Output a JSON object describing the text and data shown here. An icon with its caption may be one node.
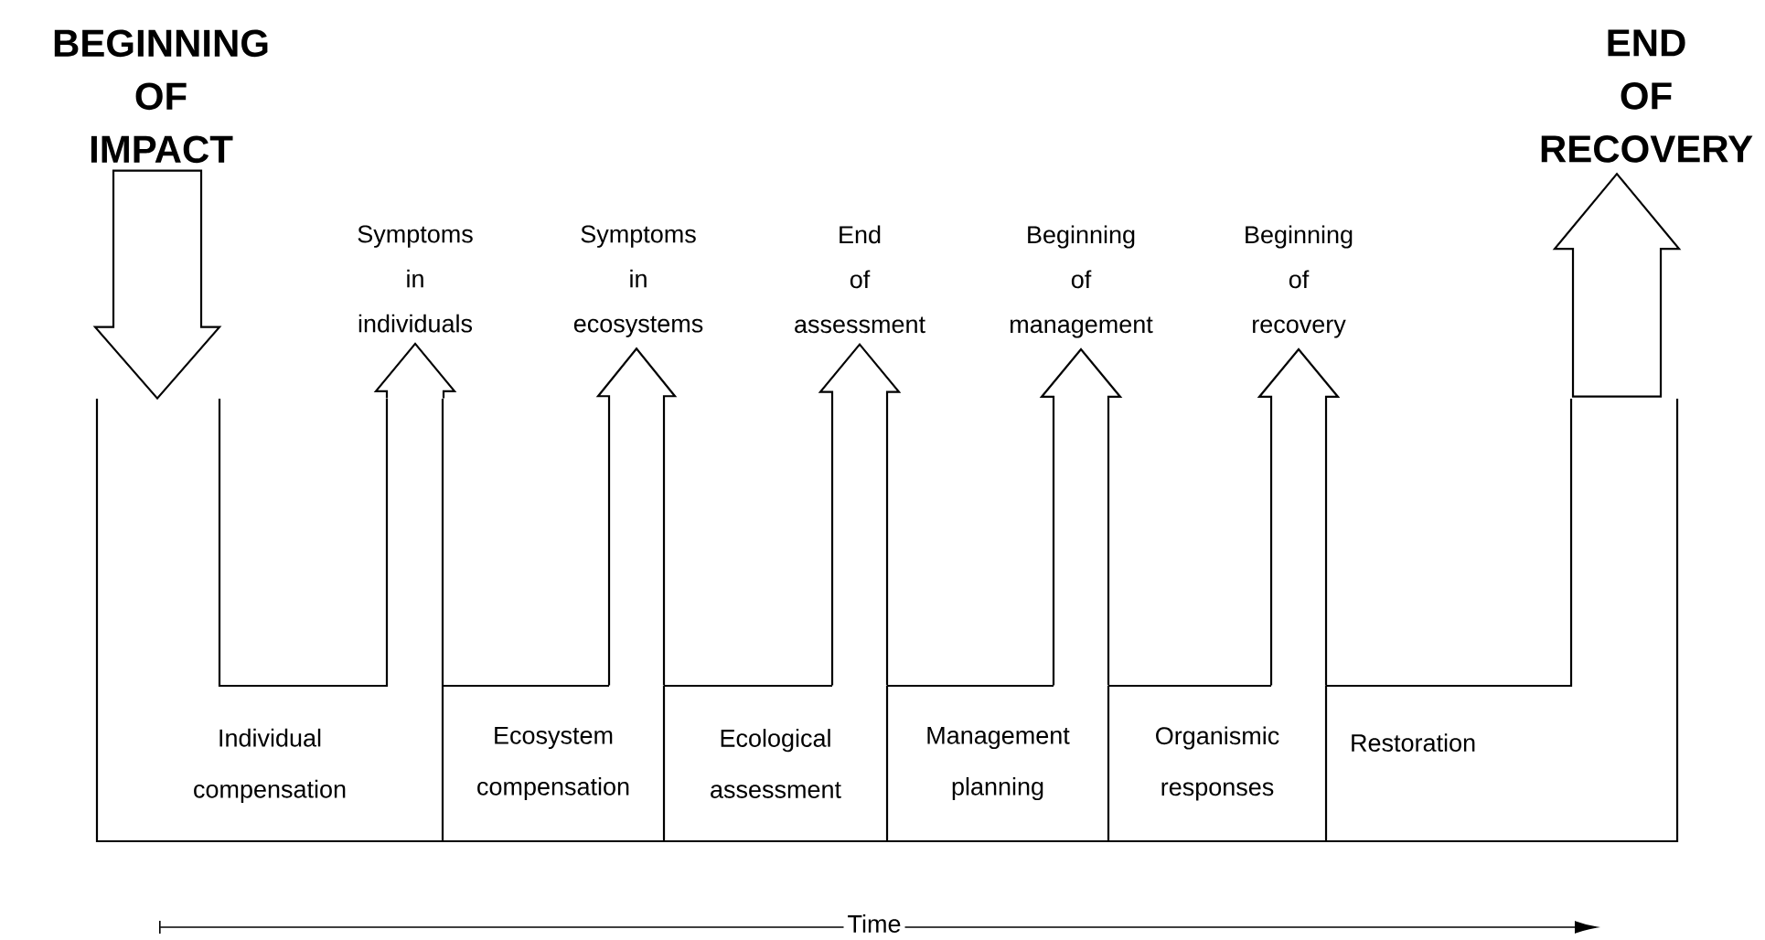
{
  "diagram": {
    "nodes": [
      {
        "text": [
          "BEGINNING OF IMPACT"
        ]
      },
      {
        "text": [
          "Symptoms in individuals"
        ]
      },
      {
        "text": [
          "Symptoms in ecosystems"
        ]
      },
      {
        "text": [
          "End of assessment"
        ]
      },
      {
        "text": [
          "Beginning of management"
        ]
      },
      {
        "text": [
          "Beginning of recovery"
        ]
      },
      {
        "text": [
          "END OF RECOVERY"
        ]
      },
      {
        "text": [
          "Individual compensation"
        ]
      },
      {
        "text": [
          "Ecosystem compensation"
        ]
      },
      {
        "text": [
          "Ecological assessment"
        ]
      },
      {
        "text": [
          "Management planning"
        ]
      },
      {
        "text": [
          "Organismic responses"
        ]
      },
      {
        "text": [
          "Restoration"
        ]
      }
    ],
    "edges": [
      {
        "from": 0,
        "to": 7,
        "arrow": "to"
      },
      {
        "from": 7,
        "to": 1,
        "arrow": "to"
      },
      {
        "from": 8,
        "to": 2,
        "arrow": "to"
      },
      {
        "from": 9,
        "to": 3,
        "arrow": "to"
      },
      {
        "from": 10,
        "to": 4,
        "arrow": "to"
      },
      {
        "from": 11,
        "to": 5,
        "arrow": "to"
      },
      {
        "from": 12,
        "to": 6,
        "arrow": "to"
      }
    ],
    "labels": [
      "Time"
    ]
  }
}
